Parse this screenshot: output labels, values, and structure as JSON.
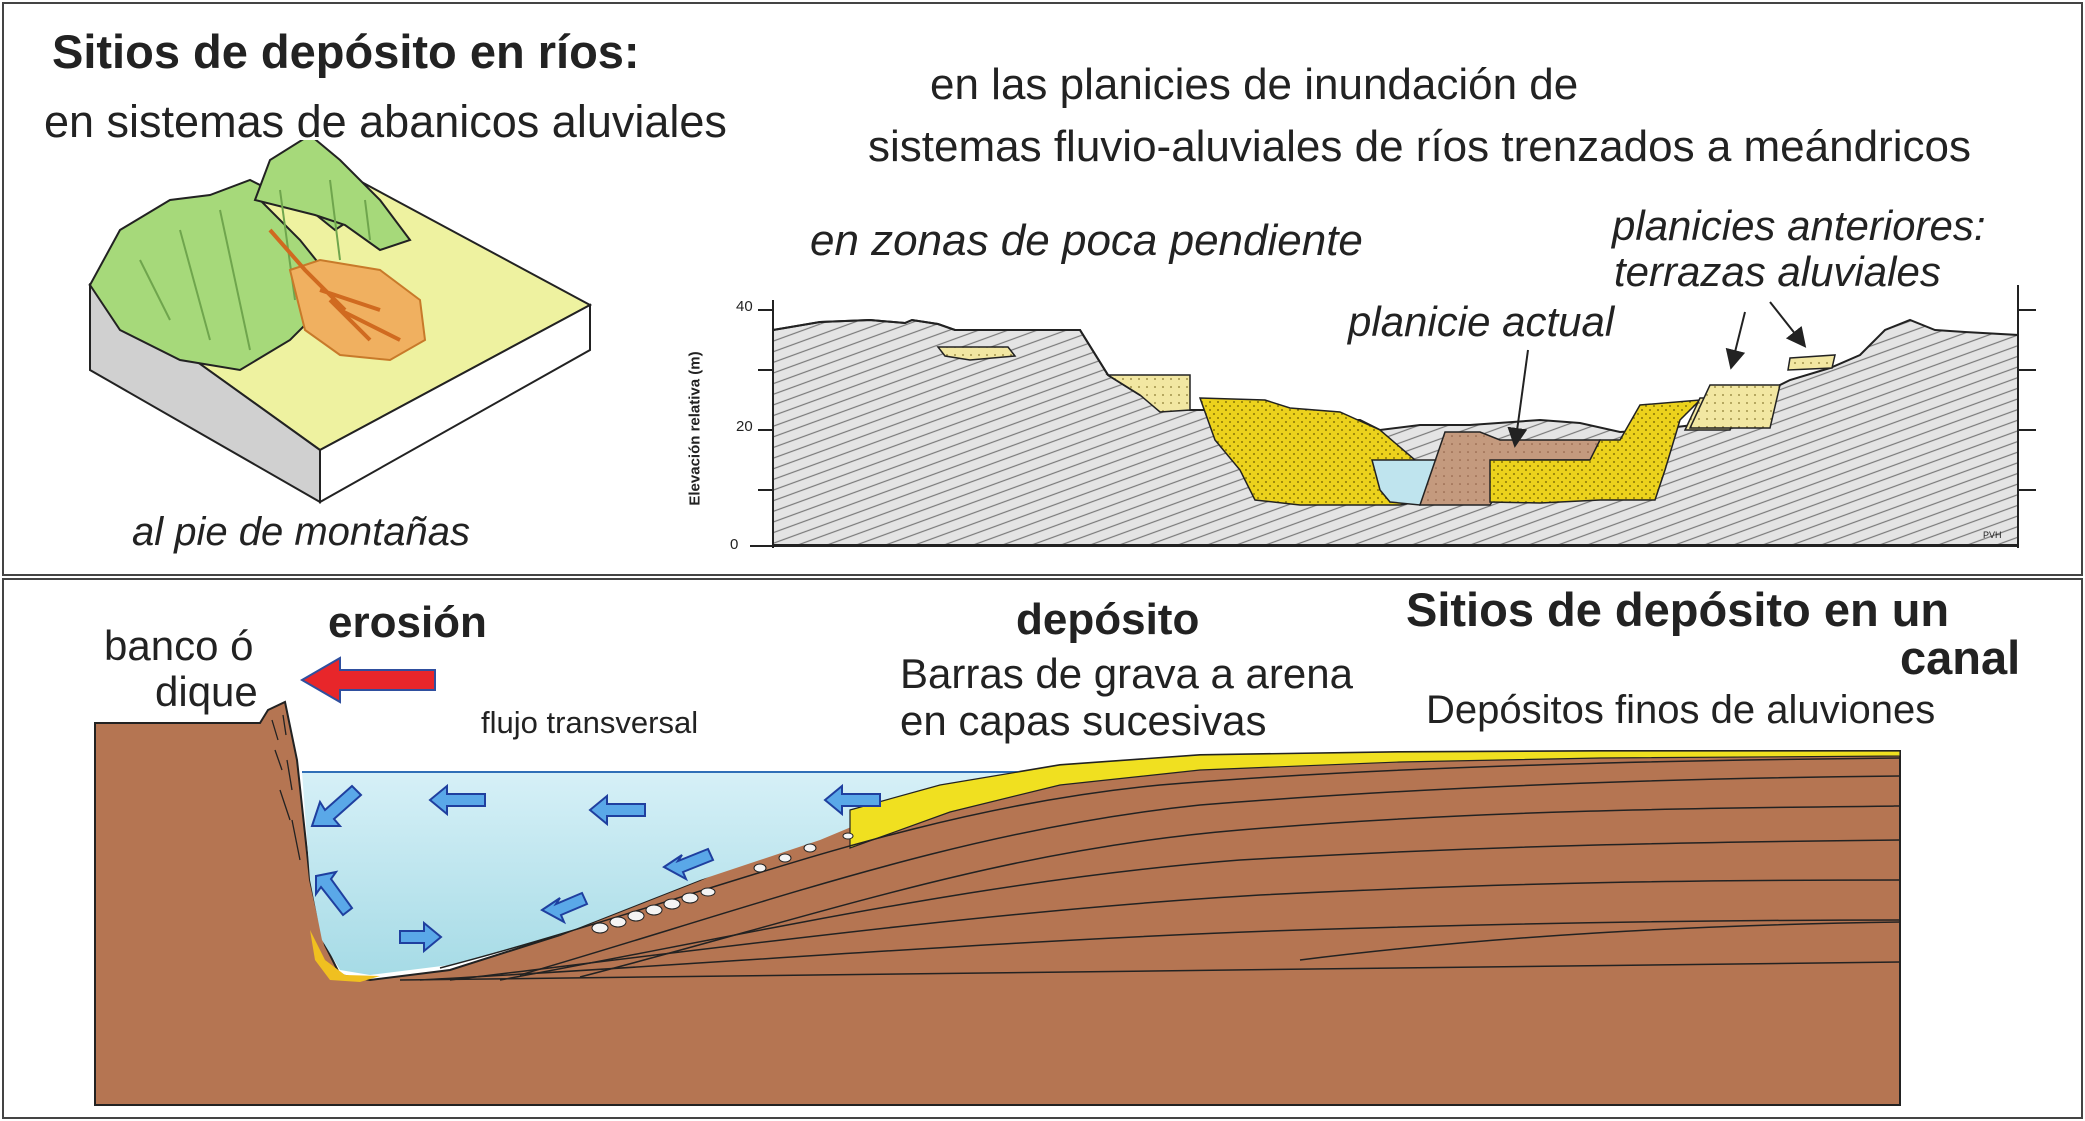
{
  "top": {
    "title": "Sitios de depósito en ríos:",
    "fans": "en sistemas de abanicos aluviales",
    "foot": "al pie de montañas",
    "floodplain_line1": "en las planicies de inundación de",
    "floodplain_line2": "sistemas fluvio-aluviales de ríos trenzados a meándricos",
    "low_slope": "en zonas de poca pendiente",
    "terraces_line1": "planicies anteriores:",
    "terraces_line2": "terrazas aluviales",
    "current_plain": "planicie actual",
    "y_axis_label": "Elevación relativa (m)",
    "y_ticks": [
      "0",
      "20",
      "40"
    ],
    "signature": "PVH"
  },
  "bottom": {
    "erosion": "erosión",
    "bank_line1": "banco ó",
    "bank_line2": "dique",
    "flow": "flujo transversal",
    "deposit": "depósito",
    "bars_line1": "Barras de grava a arena",
    "bars_line2": "en capas sucesivas",
    "channel_title_line1": "Sitios de depósito en un",
    "channel_title_line2": "canal",
    "fine": "Depósitos finos de aluviones"
  },
  "colors": {
    "fill_gray": "#e4e4e4",
    "sand_yellow": "#ecd21c",
    "pale_sand": "#f2e7a2",
    "mud_brown": "#c49a7e",
    "water_blue": "#bfe4ee",
    "earth_brown": "#b57552",
    "arrow_blue": "#5aa8e8",
    "arrow_red": "#e8262a",
    "hill_green": "#a6d97a",
    "fan_orange": "#f0b060",
    "plain_yellow": "#eef2a0"
  }
}
